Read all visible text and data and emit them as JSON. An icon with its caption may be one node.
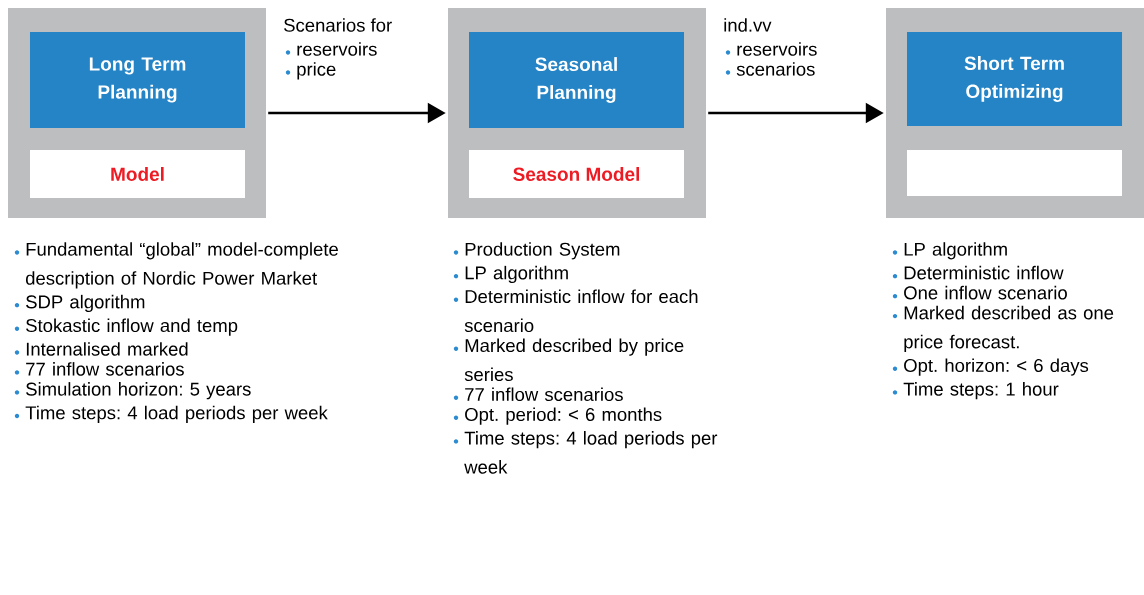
{
  "diagram": {
    "nodes": [
      {
        "text": [],
        "shape": "box"
      },
      {
        "text": [
          "Long Term Planning"
        ],
        "in": 0
      },
      {
        "text": [
          "Model"
        ],
        "in": 0
      },
      {
        "text": [],
        "shape": "box"
      },
      {
        "text": [
          "Seasonal Planning"
        ],
        "in": 3
      },
      {
        "text": [
          "Season Model"
        ],
        "in": 3
      },
      {
        "text": [],
        "shape": "box"
      },
      {
        "text": [
          "Short Term Optimizing"
        ],
        "in": 6
      },
      {
        "text": [],
        "shape": "box",
        "in": 6
      }
    ],
    "edges": [
      {
        "from": 0,
        "to": 3,
        "arrow": "to",
        "label": "Scenarios for"
      },
      {
        "from": 3,
        "to": 6,
        "arrow": "to",
        "label": "ind.vv"
      }
    ],
    "labels": [
      "reservoirs",
      "price",
      "reservoirs",
      "scenarios",
      "Fundamental “global” model-complete description of Nordic Power Market",
      "SDP algorithm",
      "Stokastic inflow and temp",
      "Internalised marked",
      "77 inflow scenarios",
      "Simulation horizon: 5 years",
      "Time steps: 4 load periods per week",
      "Production System",
      "LP algorithm",
      "Deterministic inflow for each scenario",
      "Marked described by price series",
      "77 inflow scenarios",
      "Opt. period: < 6 months",
      "Time steps: 4 load periods per week",
      "LP algorithm",
      "Deterministic inflow",
      "One inflow scenario",
      "Marked described as one price forecast.",
      "Opt. horizon: < 6 days",
      "Time steps: 1 hour"
    ]
  }
}
